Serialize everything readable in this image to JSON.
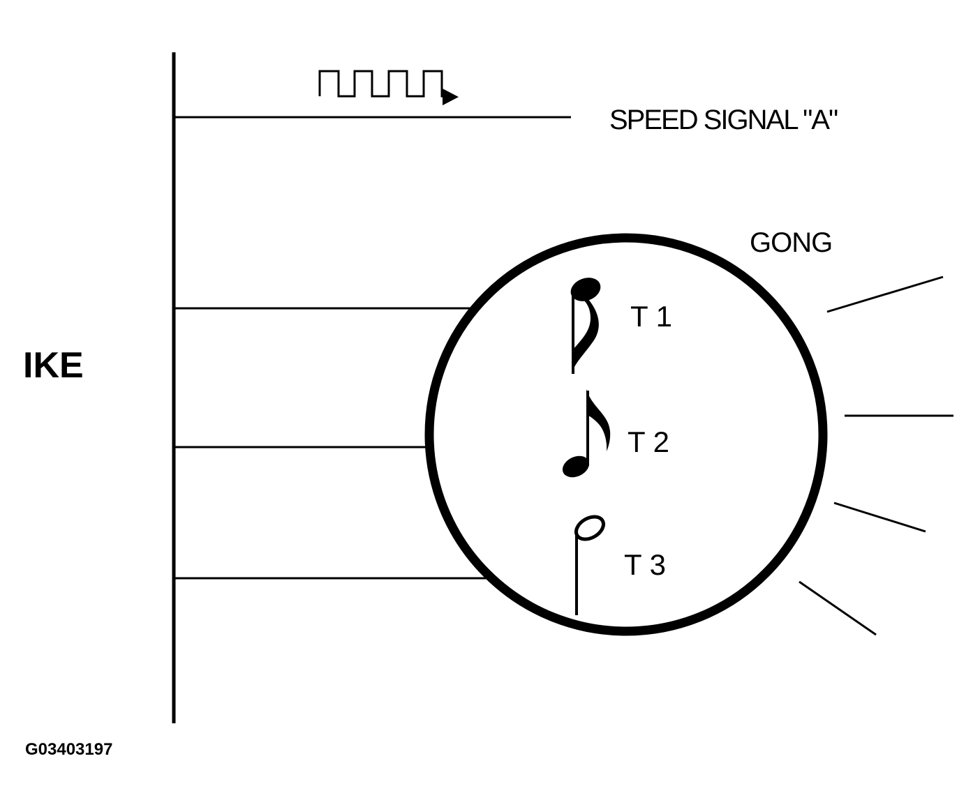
{
  "labels": {
    "module": "IKE",
    "speed_signal": "SPEED SIGNAL \"A\"",
    "gong": "GONG",
    "tone_1": "T 1",
    "tone_2": "T 2",
    "tone_3": "T 3",
    "figure_code": "G03403197"
  },
  "icons": {
    "signal_waveform": "square-wave-arrow-icon",
    "tone_1_symbol": "music-note-flag-up-icon",
    "tone_2_symbol": "eighth-note-icon",
    "tone_3_symbol": "half-note-icon",
    "sound_rays": "sound-ray-lines"
  },
  "colors": {
    "ink": "#000000",
    "background": "#ffffff"
  }
}
